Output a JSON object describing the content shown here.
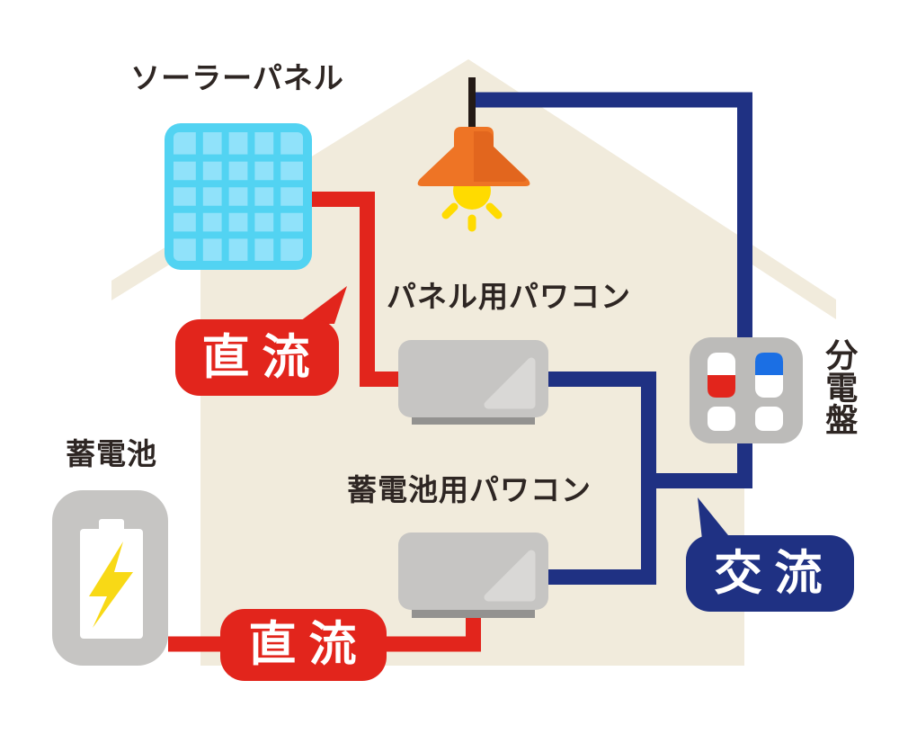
{
  "labels": {
    "solar_panel": "ソーラーパネル",
    "panel_inverter": "パネル用パワコン",
    "battery": "蓄電池",
    "battery_inverter": "蓄電池用パワコン",
    "distribution_board": "分電盤",
    "dc_solar": "直流",
    "dc_battery": "直流",
    "ac": "交流"
  },
  "icons": [
    "solar-panel-icon",
    "pendant-lamp-icon",
    "panel-inverter-icon",
    "battery-inverter-icon",
    "battery-icon",
    "distribution-board-icon"
  ],
  "colors": {
    "background": "#FFFFFF",
    "house_beige": "#F1EBDC",
    "dc_red": "#E2251C",
    "ac_navy": "#1F3183",
    "breaker_blue": "#1B6FE4",
    "panel_frame_blue": "#52D3F2",
    "panel_cell_blue": "#90E2FA",
    "lamp_orange": "#EE7425",
    "lamp_orange_dark": "#E2661E",
    "lamp_cord_black": "#241A16",
    "bulb_yellow": "#FFDB00",
    "bolt_yellow": "#F8D916",
    "device_gray": "#C6C5C3",
    "device_highlight_gray": "#D9D8D6",
    "device_base_gray": "#939290",
    "board_gray": "#BCBBB9",
    "text_dark": "#2E2623",
    "bubble_text_white": "#FFFFFF"
  }
}
